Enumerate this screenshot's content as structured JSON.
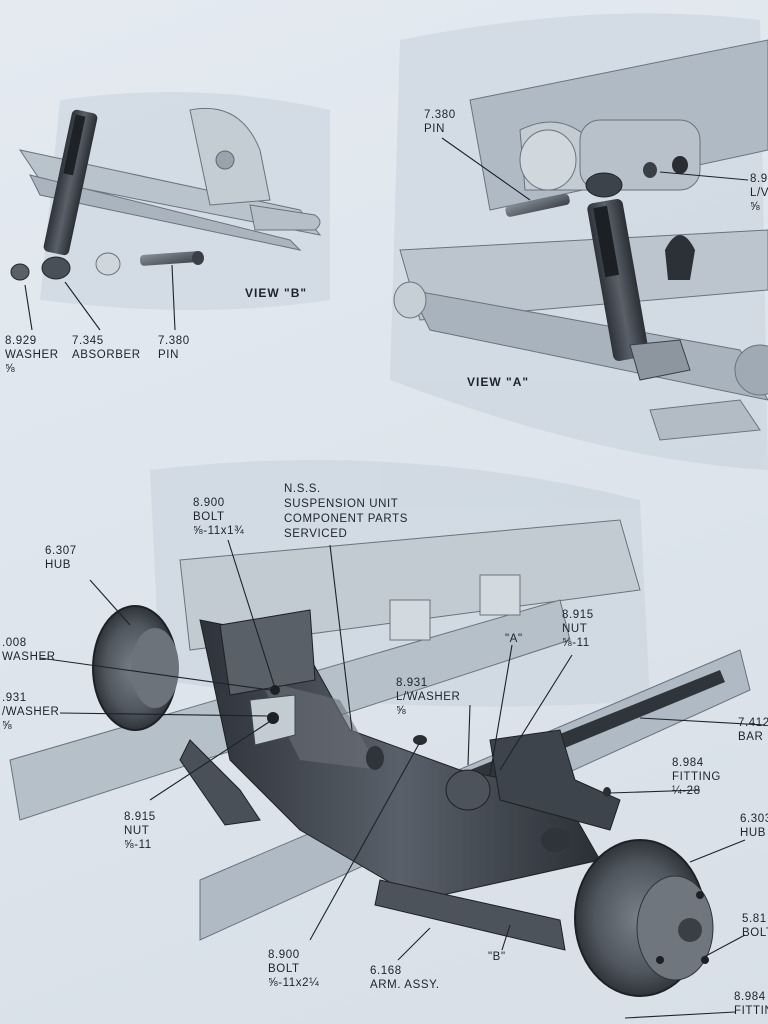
{
  "views": {
    "view_b": "VIEW \"B\"",
    "view_a": "VIEW \"A\""
  },
  "callouts": {
    "washer_left_top": {
      "number": "8.929",
      "name": "WASHER",
      "spec": "⅝"
    },
    "absorber": {
      "number": "7.345",
      "name": "ABSORBER"
    },
    "pin_view_b": {
      "number": "7.380",
      "name": "PIN"
    },
    "pin_view_a": {
      "number": "7.380",
      "name": "PIN"
    },
    "lwasher_view_a": {
      "number": "8.9",
      "name": "L/V",
      "spec": "⅝"
    },
    "nss_unit": {
      "line1": "N.S.S.",
      "line2": "SUSPENSION UNIT",
      "line3": "COMPONENT PARTS",
      "line4": "SERVICED"
    },
    "bolt_top": {
      "number": "8.900",
      "name": "BOLT",
      "spec": "⅝-11x1¾"
    },
    "hub_left": {
      "number": "6.307",
      "name": "HUB"
    },
    "washer_left_mid": {
      "number": ".008",
      "name": "WASHER"
    },
    "lwasher_left": {
      "number": ".931",
      "name": "/WASHER",
      "spec": "⅝"
    },
    "nut_left": {
      "number": "8.915",
      "name": "NUT",
      "spec": "⅝-11"
    },
    "view_a_marker": "\"A\"",
    "nut_right": {
      "number": "8.915",
      "name": "NUT",
      "spec": "⅝-11"
    },
    "lwasher_mid": {
      "number": "8.931",
      "name": "L/WASHER",
      "spec": "⅝"
    },
    "bar": {
      "number": "7.412",
      "name": "BAR"
    },
    "fitting_mid": {
      "number": "8.984",
      "name": "FITTING",
      "spec": "¼-28"
    },
    "hub_right": {
      "number": "6.303",
      "name": "HUB"
    },
    "bolt_right": {
      "number": "5.81",
      "name": "BOLT"
    },
    "bolt_bottom": {
      "number": "8.900",
      "name": "BOLT",
      "spec": "⅝-11x2¼"
    },
    "arm_assy": {
      "number": "6.168",
      "name": "ARM. ASSY."
    },
    "view_b_marker": "\"B\"",
    "fitting_bottom": {
      "number": "8.984",
      "name": "FITTING"
    }
  }
}
